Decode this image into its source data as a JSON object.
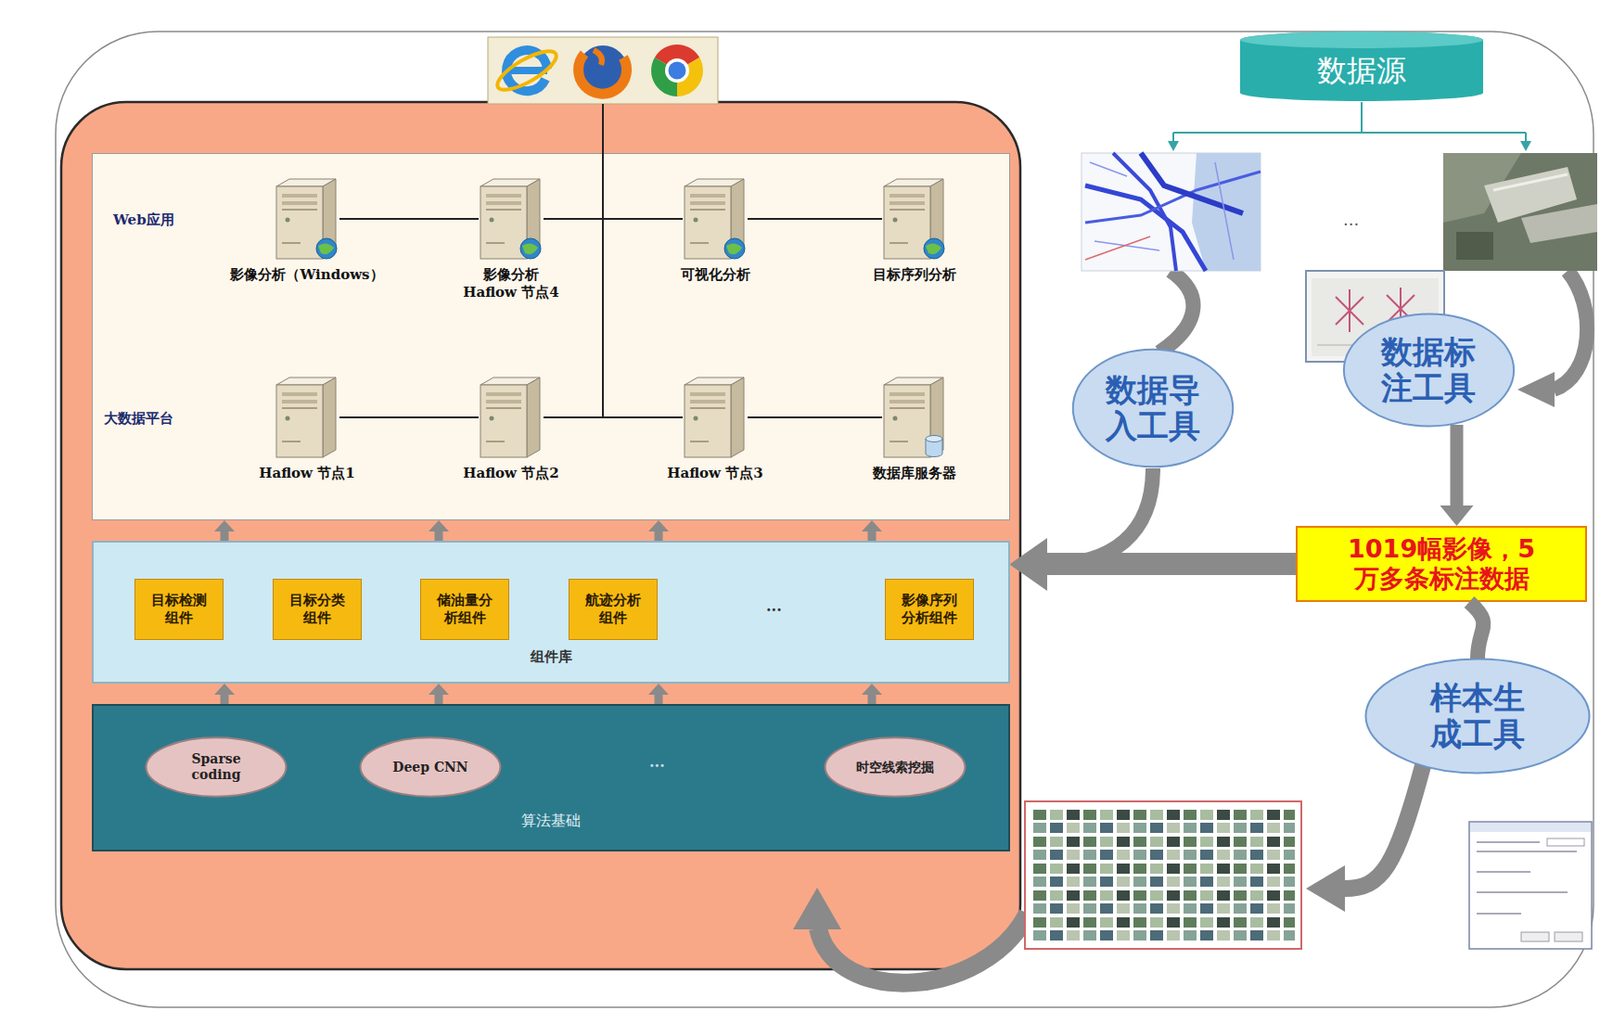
{
  "diagram": {
    "nodes": [
      {
        "text": [
          "Web应用",
          "大数据平台"
        ]
      },
      {
        "text": [
          "影像分析（Windows）"
        ],
        "in": 0
      },
      {
        "text": [
          "影像分析 Haflow 节点4"
        ],
        "in": 0
      },
      {
        "text": [
          "可视化分析"
        ],
        "in": 0
      },
      {
        "text": [
          "目标序列分析"
        ],
        "in": 0
      },
      {
        "text": [
          "Haflow 节点1"
        ],
        "in": 0
      },
      {
        "text": [
          "Haflow 节点2"
        ],
        "in": 0
      },
      {
        "text": [
          "Haflow 节点3"
        ],
        "in": 0
      },
      {
        "text": [
          "数据库服务器"
        ],
        "in": 0
      },
      {
        "text": [
          "组件库"
        ]
      },
      {
        "text": [
          "目标检测组件"
        ],
        "in": 9
      },
      {
        "text": [
          "目标分类组件"
        ],
        "in": 9
      },
      {
        "text": [
          "储油量分析组件"
        ],
        "in": 9
      },
      {
        "text": [
          "航迹分析组件"
        ],
        "in": 9
      },
      {
        "text": [
          "影像序列分析组件"
        ],
        "in": 9
      },
      {
        "text": [
          "算法基础"
        ]
      },
      {
        "text": [
          "Sparse coding"
        ],
        "in": 15
      },
      {
        "text": [
          "Deep CNN"
        ],
        "in": 15
      },
      {
        "text": [
          "时空线索挖掘"
        ],
        "in": 15
      },
      {
        "text": [
          "数据源"
        ]
      },
      {
        "text": [
          "数据导入工具"
        ]
      },
      {
        "text": [
          "数据标注工具"
        ]
      },
      {
        "text": [
          "1019幅影像，5万多条标注数据"
        ]
      },
      {
        "text": [
          "样本生成工具"
        ]
      }
    ],
    "edges": [
      {
        "from": 1,
        "to": 2,
        "arrow": "none"
      },
      {
        "from": 2,
        "to": 3,
        "arrow": "none"
      },
      {
        "from": 3,
        "to": 4,
        "arrow": "none"
      },
      {
        "from": 5,
        "to": 6,
        "arrow": "none"
      },
      {
        "from": 6,
        "to": 7,
        "arrow": "none"
      },
      {
        "from": 7,
        "to": 8,
        "arrow": "none"
      },
      {
        "from": 9,
        "to": 0,
        "arrow": "to"
      },
      {
        "from": 9,
        "to": 0,
        "arrow": "to"
      },
      {
        "from": 9,
        "to": 0,
        "arrow": "to"
      },
      {
        "from": 9,
        "to": 0,
        "arrow": "to"
      },
      {
        "from": 15,
        "to": 9,
        "arrow": "to"
      },
      {
        "from": 15,
        "to": 9,
        "arrow": "to"
      },
      {
        "from": 15,
        "to": 9,
        "arrow": "to"
      },
      {
        "from": 15,
        "to": 9,
        "arrow": "to"
      },
      {
        "from": 20,
        "to": 9,
        "arrow": "to"
      },
      {
        "from": 21,
        "to": 22,
        "arrow": "to"
      },
      {
        "from": 22,
        "to": 9,
        "arrow": "to"
      },
      {
        "from": 22,
        "to": 23,
        "arrow": "none"
      }
    ],
    "labels": [
      "...",
      "...",
      "..."
    ]
  }
}
